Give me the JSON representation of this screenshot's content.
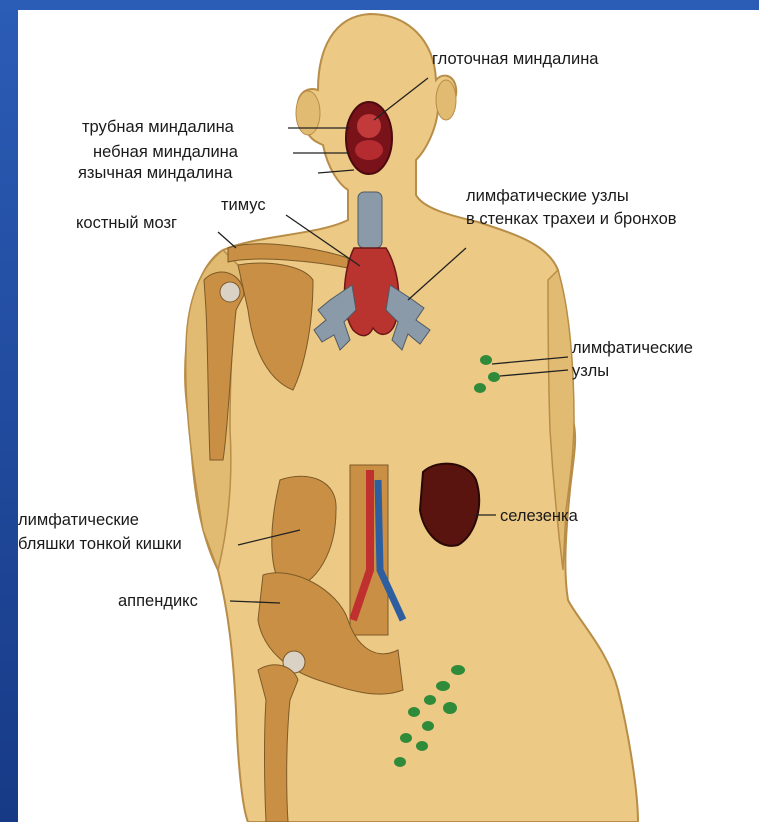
{
  "labels": {
    "pharyngeal_tonsil": "глоточная миндалина",
    "tubal_tonsil": "трубная миндалина",
    "palatine_tonsil": "небная миндалина",
    "lingual_tonsil": "язычная миндалина",
    "thymus": "тимус",
    "bone_marrow": "костный мозг",
    "trachea_nodes_line1": "лимфатические узлы",
    "trachea_nodes_line2": "в стенках трахеи и бронхов",
    "lymph_nodes_line1": "лимфатические",
    "lymph_nodes_line2": "узлы",
    "spleen": "селезенка",
    "plaques_line1": "лимфатические",
    "plaques_line2": "бляшки тонкой кишки",
    "appendix": "аппендикс"
  },
  "colors": {
    "frame": "#1b3f8e",
    "skin": "#ecc984",
    "skin_shadow": "#c9a25e",
    "bone": "#c98f45",
    "organ_red": "#a0232a",
    "spleen": "#5a1410",
    "node_green": "#2f8a3a",
    "bronchi": "#8a9aa8"
  }
}
